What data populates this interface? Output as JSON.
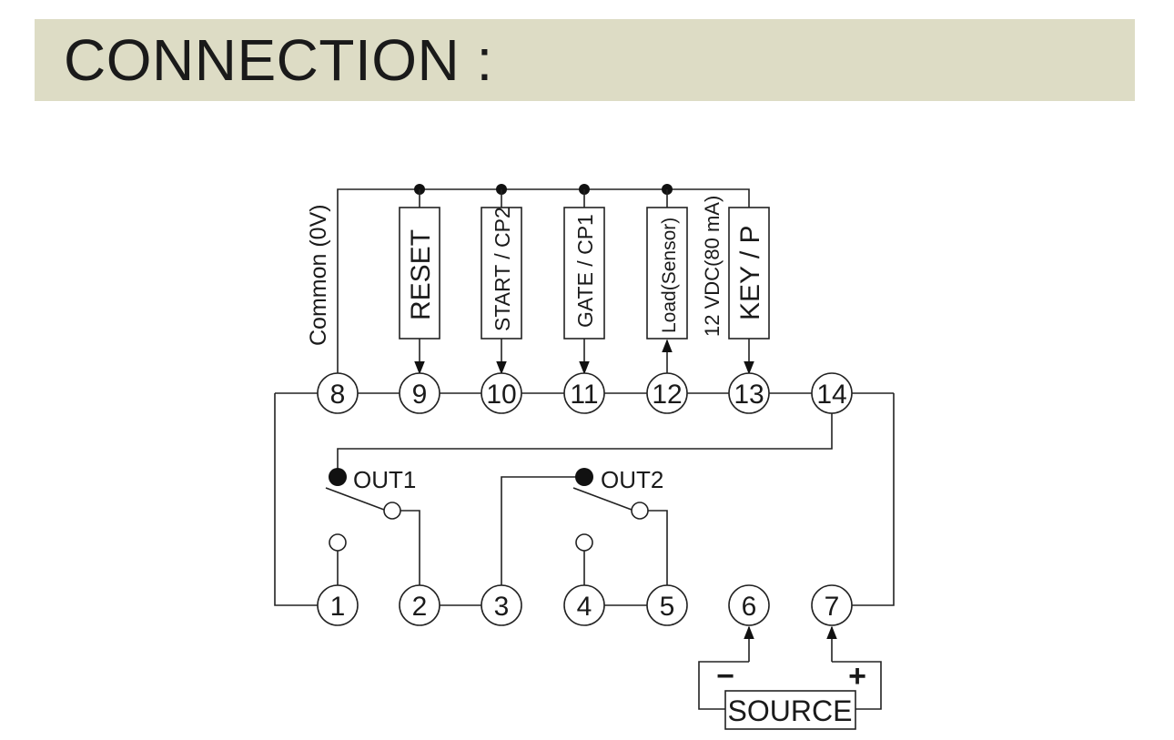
{
  "header": {
    "title": "CONNECTION :"
  },
  "diagram": {
    "common_label": "Common (0V)",
    "inputs": [
      {
        "label": "RESET"
      },
      {
        "label": "START / CP2"
      },
      {
        "label": "GATE / CP1"
      },
      {
        "label": "Load(Sensor)"
      },
      {
        "label": "KEY / P"
      }
    ],
    "supply_label": "12 VDC(80 mA)",
    "top_terminals": [
      "8",
      "9",
      "10",
      "11",
      "12",
      "13",
      "14"
    ],
    "bottom_terminals": [
      "1",
      "2",
      "3",
      "4",
      "5",
      "6",
      "7"
    ],
    "outputs": [
      {
        "label": "OUT1"
      },
      {
        "label": "OUT2"
      }
    ],
    "source": {
      "label": "SOURCE",
      "minus": "−",
      "plus": "+"
    }
  }
}
